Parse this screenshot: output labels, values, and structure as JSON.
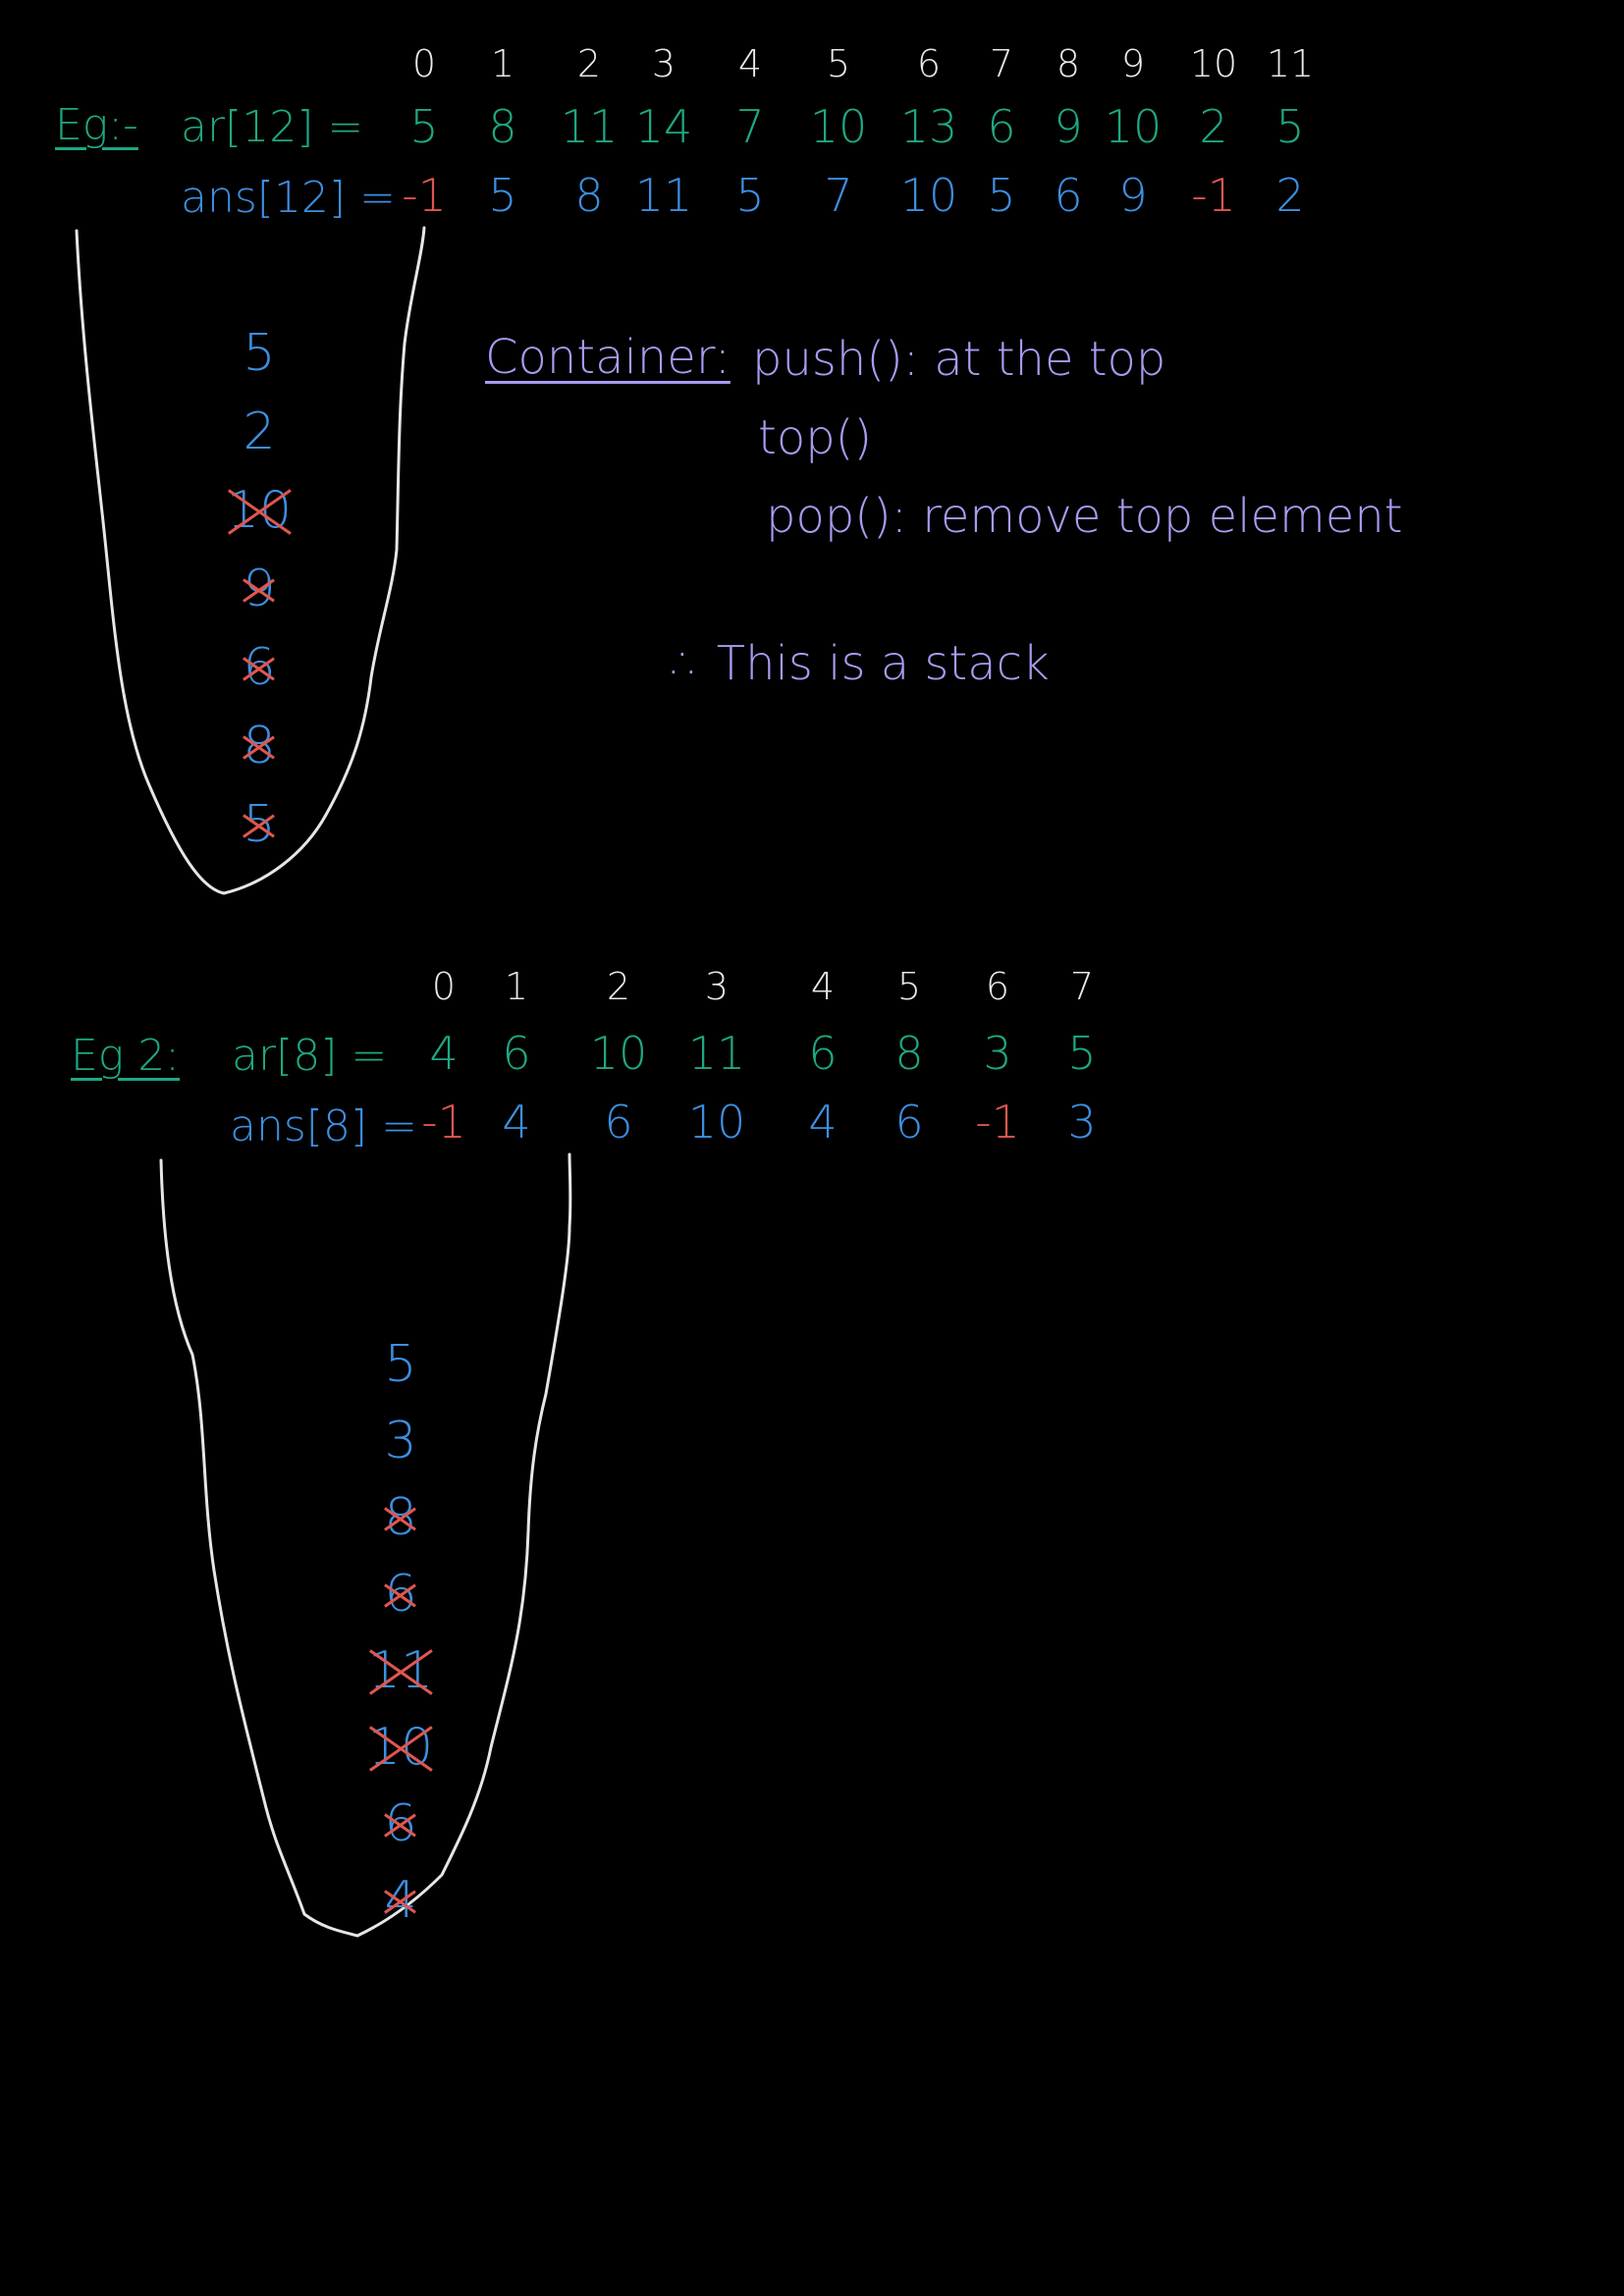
{
  "example1": {
    "label": "Eg:-",
    "arr_label": "ar[12] =",
    "ans_label": "ans[12] =",
    "indices": [
      "0",
      "1",
      "2",
      "3",
      "4",
      "5",
      "6",
      "7",
      "8",
      "9",
      "10",
      "11"
    ],
    "arr": [
      "5",
      "8",
      "11",
      "14",
      "7",
      "10",
      "13",
      "6",
      "9",
      "10",
      "2",
      "5"
    ],
    "ans": [
      "-1",
      "5",
      "8",
      "11",
      "5",
      "7",
      "10",
      "5",
      "6",
      "9",
      "-1",
      "2"
    ],
    "stack": [
      {
        "v": "5",
        "crossed": false
      },
      {
        "v": "2",
        "crossed": false
      },
      {
        "v": "10",
        "crossed": true
      },
      {
        "v": "9",
        "crossed": true
      },
      {
        "v": "6",
        "crossed": true
      },
      {
        "v": "8",
        "crossed": true
      },
      {
        "v": "5",
        "crossed": true
      }
    ]
  },
  "container": {
    "title": "Container:",
    "lines": [
      "push(): at the top",
      "top()",
      "pop(): remove top element"
    ],
    "conclusion": "∴ This is a stack"
  },
  "example2": {
    "label": "Eg 2:",
    "arr_label": "ar[8] =",
    "ans_label": "ans[8] =",
    "indices": [
      "0",
      "1",
      "2",
      "3",
      "4",
      "5",
      "6",
      "7"
    ],
    "arr": [
      "4",
      "6",
      "10",
      "11",
      "6",
      "8",
      "3",
      "5"
    ],
    "ans": [
      "-1",
      "4",
      "6",
      "10",
      "4",
      "6",
      "-1",
      "3"
    ],
    "stack": [
      {
        "v": "5",
        "crossed": false
      },
      {
        "v": "3",
        "crossed": false
      },
      {
        "v": "8",
        "crossed": true
      },
      {
        "v": "6",
        "crossed": true
      },
      {
        "v": "11",
        "crossed": true
      },
      {
        "v": "10",
        "crossed": true
      },
      {
        "v": "6",
        "crossed": true
      },
      {
        "v": "4",
        "crossed": true
      }
    ]
  }
}
